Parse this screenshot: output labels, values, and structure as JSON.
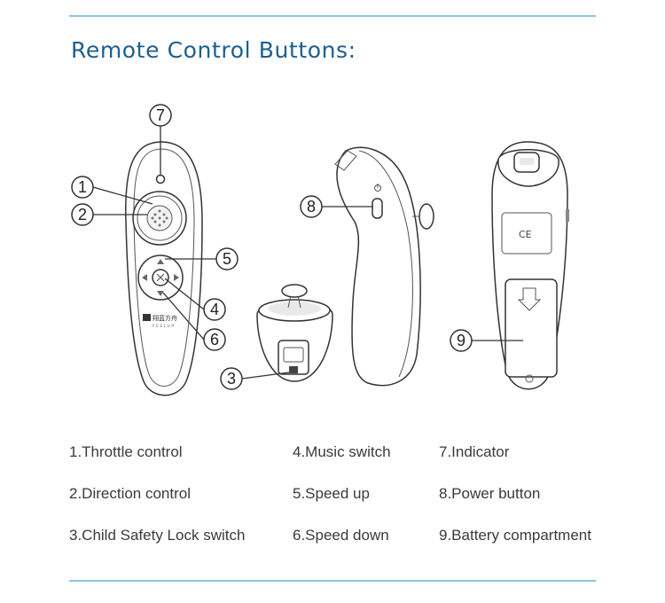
{
  "title": "Remote Control Buttons:",
  "callouts": [
    "7",
    "1",
    "2",
    "5",
    "4",
    "6",
    "8",
    "3",
    "9"
  ],
  "panel_text": {
    "brand": "翔蓝方舟",
    "brand_sub": "FEELUP",
    "ce": "CE"
  },
  "legend": {
    "col1": [
      "1.Throttle control",
      "2.Direction control",
      "3.Child Safety Lock switch"
    ],
    "col2": [
      "4.Music switch",
      "5.Speed up",
      "6.Speed down"
    ],
    "col3": [
      "7.Indicator",
      "8.Power button",
      "9.Battery compartment"
    ]
  },
  "colors": {
    "accent_rule": "#8ec5df",
    "title_blue": "#1c5f8f",
    "text": "#3a3a3a"
  },
  "icons": [
    "power-icon",
    "lock-icon",
    "arrow-up-icon",
    "arrow-down-icon",
    "arrow-left-icon",
    "arrow-right-icon",
    "music-icon",
    "battery-arrow-icon"
  ]
}
